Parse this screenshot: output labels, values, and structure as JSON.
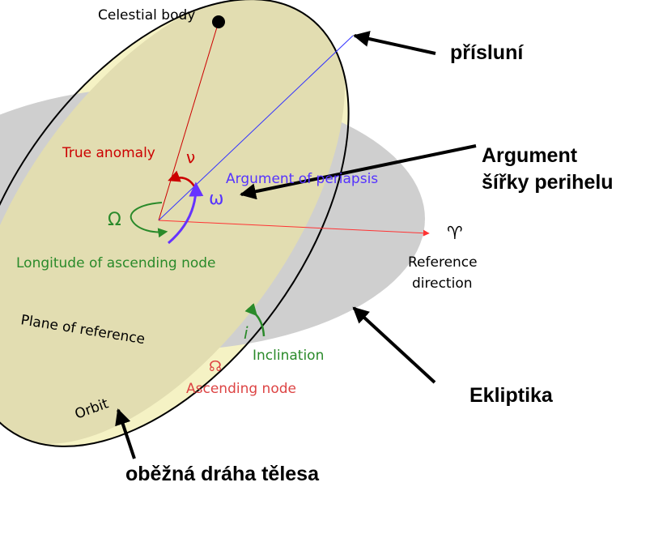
{
  "labels": {
    "celestial_body": "Celestial body",
    "true_anomaly": "True anomaly",
    "nu_symbol": "ν",
    "argument_of_periapsis": "Argument of periapsis",
    "omega_symbol": "ω",
    "big_omega_symbol": "Ω",
    "longitude_of_ascending_node": "Longitude of ascending node",
    "aries_symbol": "♈",
    "reference_direction_line1": "Reference",
    "reference_direction_line2": "direction",
    "plane_of_reference": "Plane of reference",
    "inclination_symbol": "i",
    "inclination": "Inclination",
    "node_symbol": "☊",
    "ascending_node": "Ascending node",
    "orbit": "Orbit"
  },
  "annotations": {
    "perihelion": "přísluní",
    "argument_line1": "Argument",
    "argument_line2": "šířky perihelu",
    "ecliptic": "Ekliptika",
    "orbit_path": "oběžná dráha tělesa"
  },
  "colors": {
    "orbit_fill": "#f5f2c4",
    "plane_fill": "#cfcfcf",
    "overlap_fill": "#e2ddb1",
    "red": "#cc0000",
    "blue": "#3333ff",
    "purple": "#6633ff",
    "green": "#2a8a2a",
    "node_red": "#dd4444",
    "arrow_red": "#ff3333"
  }
}
